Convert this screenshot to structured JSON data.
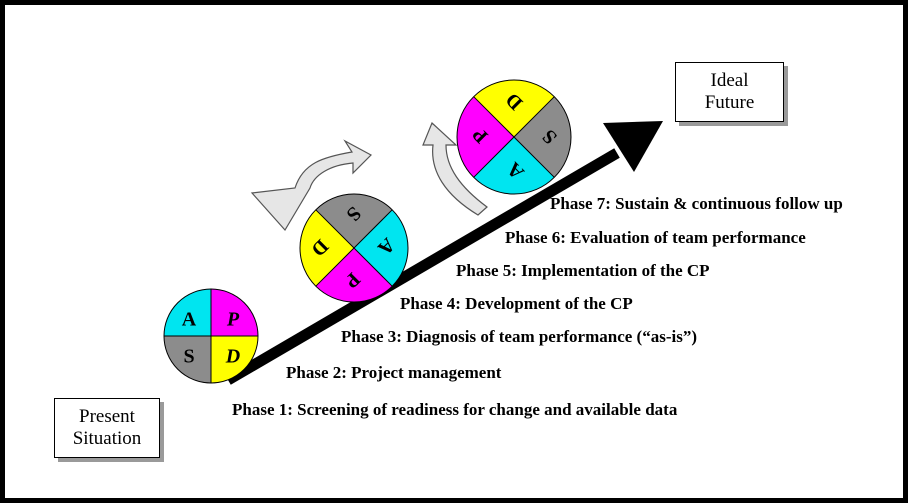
{
  "start_box": {
    "line1": "Present",
    "line2": "Situation"
  },
  "end_box": {
    "line1": "Ideal",
    "line2": "Future"
  },
  "phases": [
    "Phase 1: Screening of readiness for change and available data",
    "Phase 2: Project management",
    "Phase 3: Diagnosis of team performance (“as-is”)",
    "Phase 4: Development of the CP",
    "Phase 5: Implementation of the CP",
    "Phase 6: Evaluation of team performance",
    "Phase 7: Sustain & continuous follow up"
  ],
  "pdsa_letters": {
    "plan": "P",
    "do": "D",
    "study": "S",
    "act": "A"
  },
  "colors": {
    "plan": "#ff00ff",
    "do": "#ffff00",
    "study": "#8c8c8c",
    "act": "#00e5f0",
    "arrow": "#000000",
    "curl": "#e6e6e6"
  }
}
